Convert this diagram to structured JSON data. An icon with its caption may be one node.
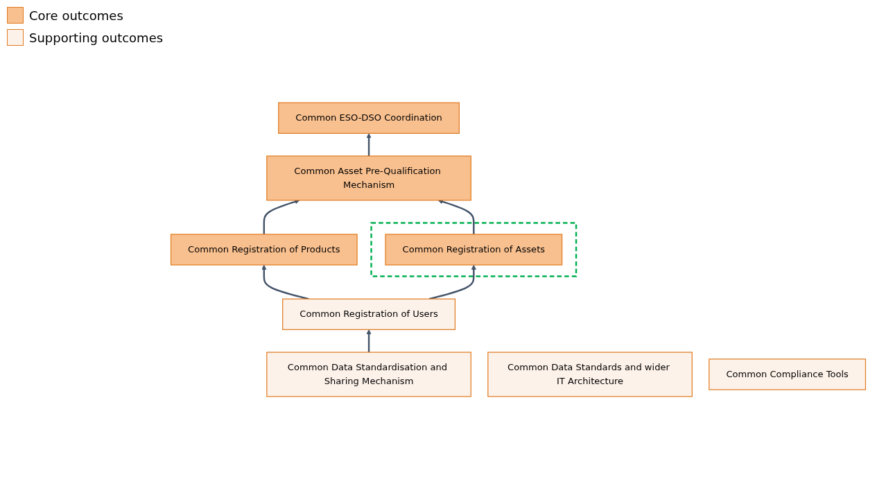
{
  "diagram": {
    "nodes": [
      {
        "text": [
          "Common ESO-DSO Coordination"
        ]
      },
      {
        "text": [
          "Common Asset Pre-Qualification Mechanism"
        ]
      },
      {
        "text": [
          "Common Registration of Products"
        ]
      },
      {
        "text": [],
        "shape": "box"
      },
      {
        "text": [
          "Common Registration of Assets"
        ],
        "in": 3
      },
      {
        "text": [
          "Common Registration of Users"
        ]
      },
      {
        "text": [
          "Common Data Standardisation and Sharing Mechanism"
        ]
      },
      {
        "text": [
          "Common Data Standards and wider IT Architecture"
        ]
      },
      {
        "text": [
          "Common Compliance Tools"
        ]
      }
    ],
    "edges": [
      {
        "from": 1,
        "to": 0,
        "arrow": "to"
      },
      {
        "from": 2,
        "to": 1,
        "arrow": "to"
      },
      {
        "from": 4,
        "to": 1,
        "arrow": "to"
      },
      {
        "from": 5,
        "to": 2,
        "arrow": "to"
      },
      {
        "from": 5,
        "to": 4,
        "arrow": "to"
      },
      {
        "from": 6,
        "to": 5,
        "arrow": "to"
      }
    ],
    "legend": [
      {
        "text": "Core outcomes",
        "color": "#f9c08f"
      },
      {
        "text": "Supporting outcomes",
        "color": "#fdf2ea"
      }
    ]
  }
}
